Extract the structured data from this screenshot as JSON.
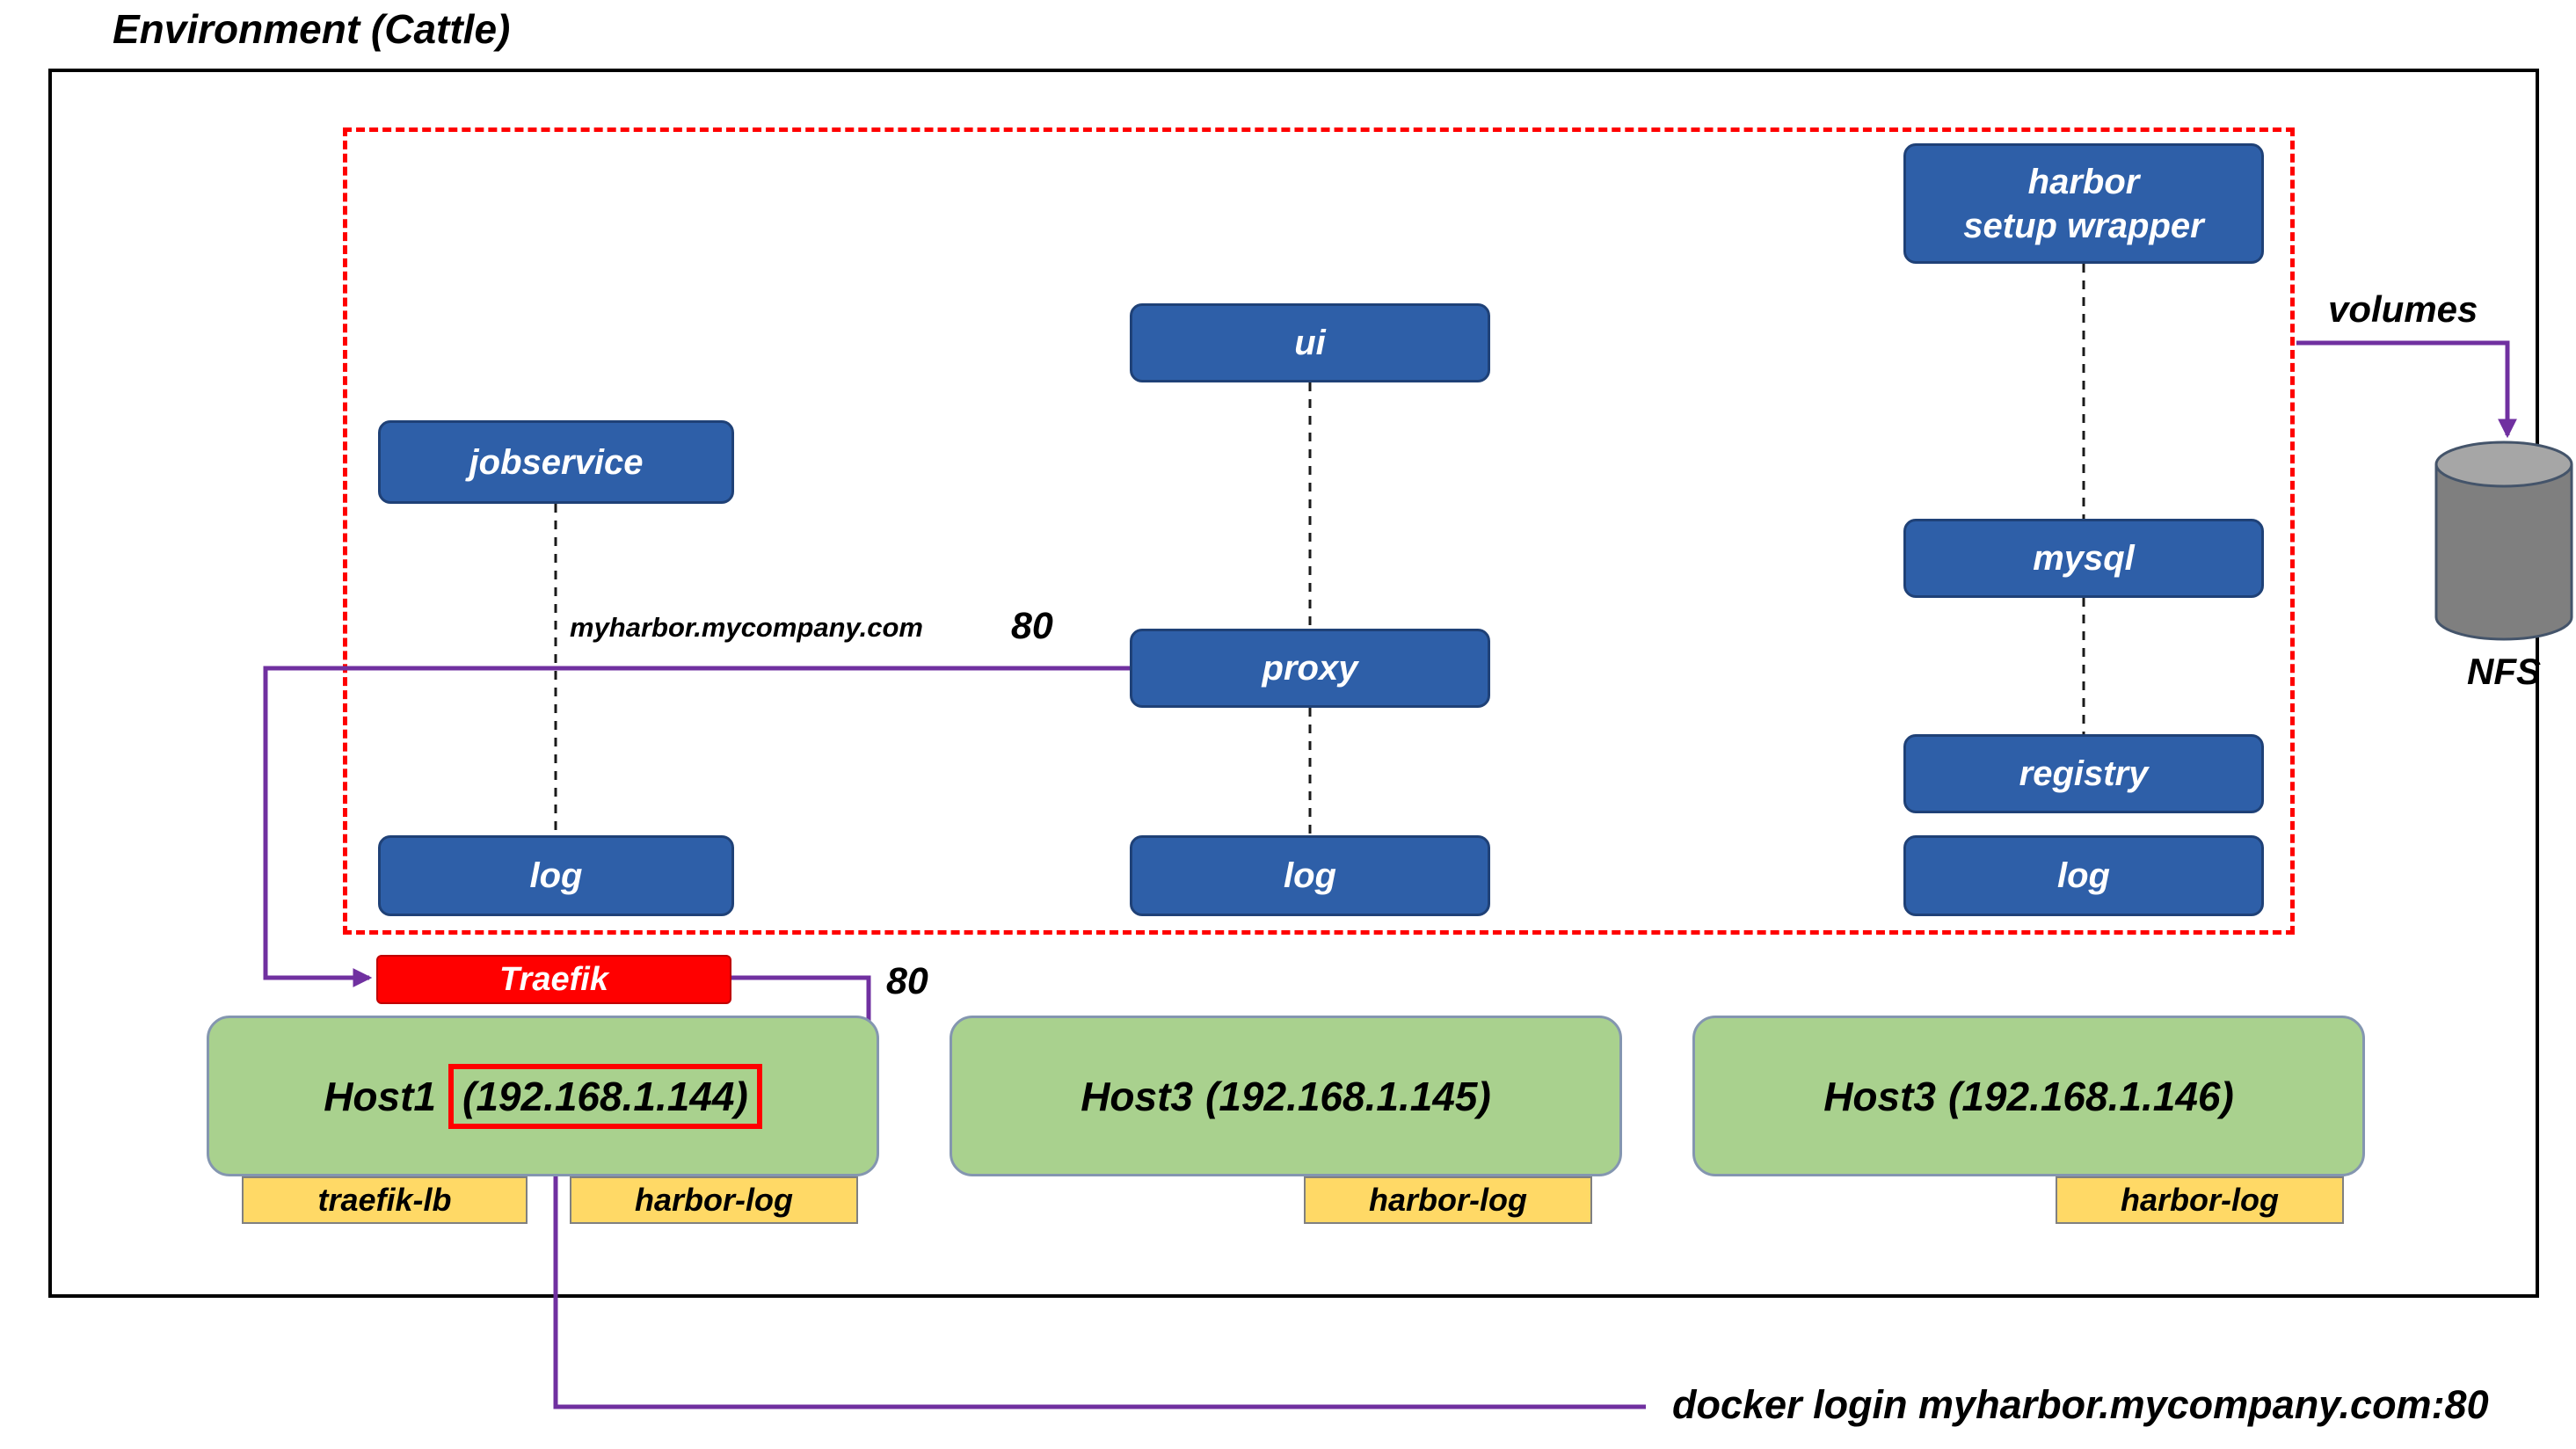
{
  "title": "Environment (Cattle)",
  "colors": {
    "service_blue": "#2e5fa8",
    "traefik_red": "#ff0000",
    "host_green": "#a9d18e",
    "tag_yellow": "#ffd966",
    "arrow_purple": "#7030a0",
    "boundary_red": "#ff0000",
    "nfs_gray": "#7f7f7f"
  },
  "services": {
    "jobservice": "jobservice",
    "ui": "ui",
    "proxy": "proxy",
    "wrapper_line1": "harbor",
    "wrapper_line2": "setup wrapper",
    "mysql": "mysql",
    "registry": "registry",
    "log1": "log",
    "log2": "log",
    "log3": "log"
  },
  "traefik": {
    "label": "Traefik"
  },
  "hosts": [
    {
      "name": "Host1",
      "ip": "(192.168.1.144)"
    },
    {
      "name": "Host3",
      "ip": "(192.168.1.145)"
    },
    {
      "name": "Host3",
      "ip": "(192.168.1.146)"
    }
  ],
  "tags": {
    "traefik_lb": "traefik-lb",
    "harbor_log_1": "harbor-log",
    "harbor_log_2": "harbor-log",
    "harbor_log_3": "harbor-log"
  },
  "labels": {
    "domain": "myharbor.mycompany.com",
    "port_proxy": "80",
    "port_traefik": "80",
    "volumes": "volumes",
    "nfs": "NFS",
    "docker_login": "docker login myharbor.mycompany.com:80"
  }
}
